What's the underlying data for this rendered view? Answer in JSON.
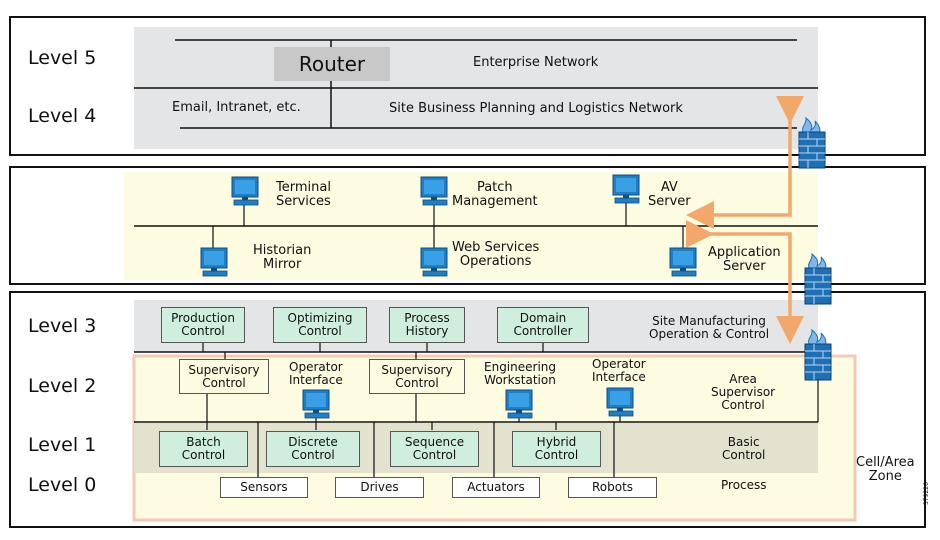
{
  "levels": {
    "l5": "Level 5",
    "l4": "Level 4",
    "l3": "Level 3",
    "l2": "Level 2",
    "l1": "Level 1",
    "l0": "Level 0"
  },
  "enterprise": {
    "router": "Router",
    "enterprise_network": "Enterprise Network",
    "email": "Email, Intranet, etc.",
    "site_business": "Site Business Planning and Logistics Network"
  },
  "dmz": {
    "terminal": "Terminal\nServices",
    "patch": "Patch\nManagement",
    "av": "AV\nServer",
    "historian": "Historian\nMirror",
    "webservices": "Web Services\nOperations",
    "application": "Application\nServer"
  },
  "level3": {
    "production": "Production\nControl",
    "optimizing": "Optimizing\nControl",
    "process_history": "Process\nHistory",
    "domain": "Domain\nController",
    "site_mfg": "Site Manufacturing\nOperation & Control"
  },
  "level2": {
    "supervisory1": "Supervisory\nControl",
    "operator1": "Operator\nInterface",
    "supervisory2": "Supervisory\nControl",
    "engineering": "Engineering\nWorkstation",
    "operator2": "Operator\nInterface",
    "area_supervisor": "Area\nSupervisor\nControl"
  },
  "level1": {
    "batch": "Batch\nControl",
    "discrete": "Discrete\nControl",
    "sequence": "Sequence\nControl",
    "hybrid": "Hybrid\nControl",
    "basic": "Basic\nControl"
  },
  "level0": {
    "sensors": "Sensors",
    "drives": "Drives",
    "actuators": "Actuators",
    "robots": "Robots",
    "process": "Process"
  },
  "zone": "Cell/Area\nZone",
  "figure_id": "379226",
  "colors": {
    "gray_band": "#e4e5e6",
    "yellow_band": "#fdfbe0",
    "green_box": "#cfeedd",
    "zone_border": "#f3c9b8",
    "arrow": "#f2a86b",
    "computer": "#1f7ec4",
    "firewall": "#1f6fb5"
  }
}
